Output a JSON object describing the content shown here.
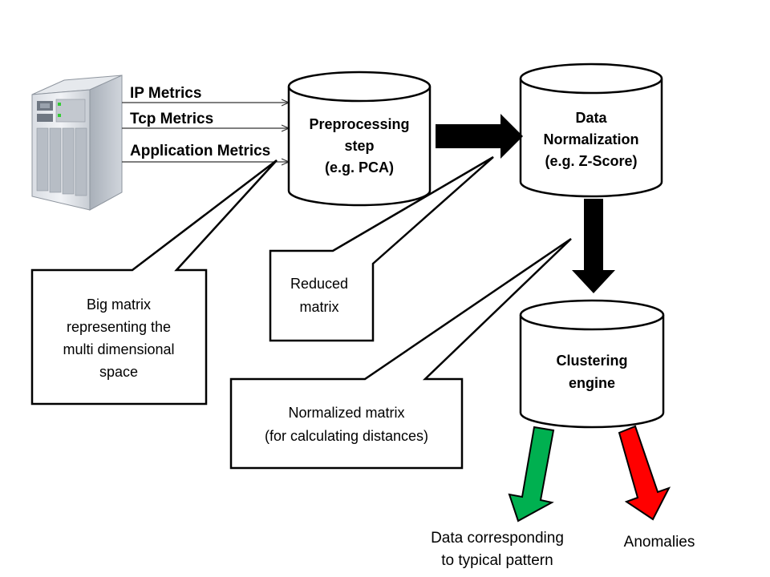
{
  "metrics": {
    "ip": "IP Metrics",
    "tcp": "Tcp Metrics",
    "app": "Application Metrics"
  },
  "preprocessing": {
    "line1": "Preprocessing",
    "line2": "step",
    "line3": "(e.g. PCA)"
  },
  "normalization": {
    "line1": "Data",
    "line2": "Normalization",
    "line3": "(e.g. Z-Score)"
  },
  "clustering": {
    "line1": "Clustering",
    "line2": "engine"
  },
  "callouts": {
    "big_matrix": [
      "Big matrix",
      "representing the",
      "multi dimensional",
      "space"
    ],
    "reduced_matrix": [
      "Reduced",
      "matrix"
    ],
    "normalized_matrix": [
      "Normalized matrix",
      "(for calculating distances)"
    ]
  },
  "outputs": {
    "typical_line1": "Data corresponding",
    "typical_line2": "to typical pattern",
    "anomalies": "Anomalies"
  },
  "colors": {
    "typical_arrow": "#00b050",
    "anomaly_arrow": "#ff0000",
    "flow_arrow": "#000000"
  },
  "icons": {
    "source": "server-icon"
  }
}
